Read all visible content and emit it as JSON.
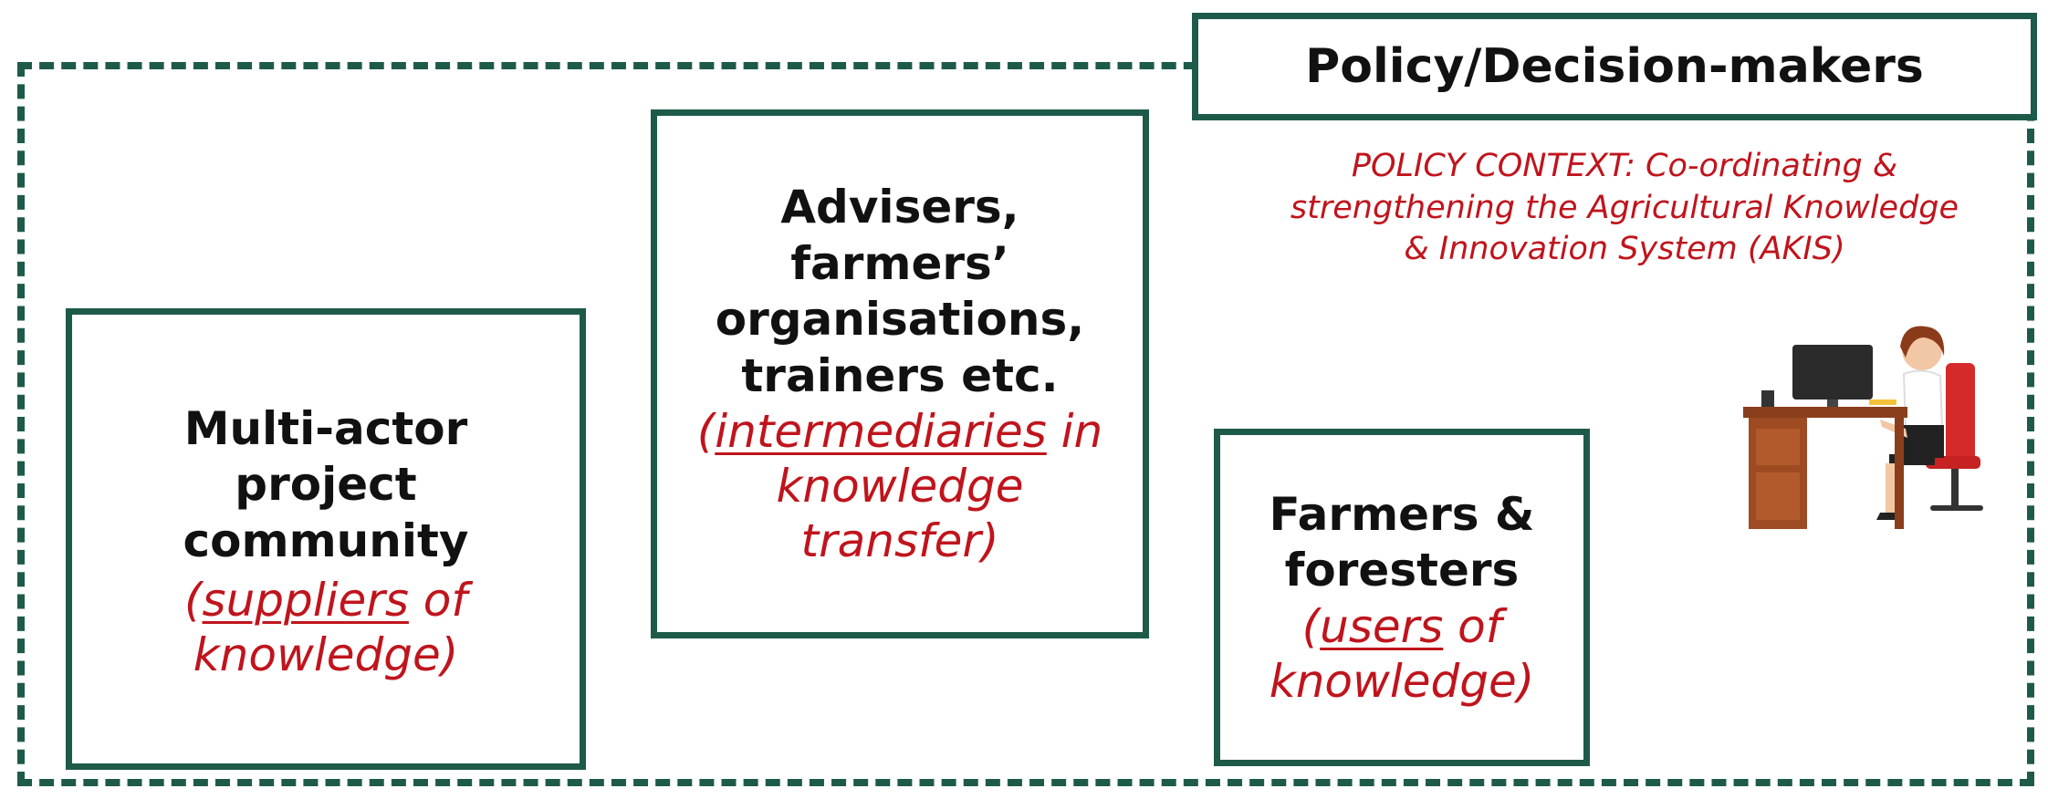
{
  "policy": {
    "title": "Policy/Decision-makers",
    "context_line1": "POLICY CONTEXT: Co-ordinating &",
    "context_line2": "strengthening the Agricultural Knowledge",
    "context_line3": "& Innovation System (AKIS)"
  },
  "multi_actor": {
    "line1": "Multi-actor",
    "line2": "project",
    "line3": "community",
    "role_open": "(",
    "role_underlined": "suppliers",
    "role_rest": " of",
    "role_line2": "knowledge)"
  },
  "advisers": {
    "line1": "Advisers,",
    "line2": "farmers’",
    "line3": "organisations,",
    "line4": "trainers etc.",
    "role_open": "(",
    "role_underlined": "intermediaries",
    "role_rest": " in",
    "role_line2": "knowledge",
    "role_line3": "transfer)"
  },
  "farmers": {
    "line1": "Farmers &",
    "line2": "foresters",
    "role_open": "(",
    "role_underlined": "users",
    "role_rest": " of",
    "role_line2": "knowledge)"
  },
  "illustration_icon": "office-worker-at-desk-icon",
  "colors": {
    "frame": "#1e5a4a",
    "role_text": "#c0141c"
  }
}
